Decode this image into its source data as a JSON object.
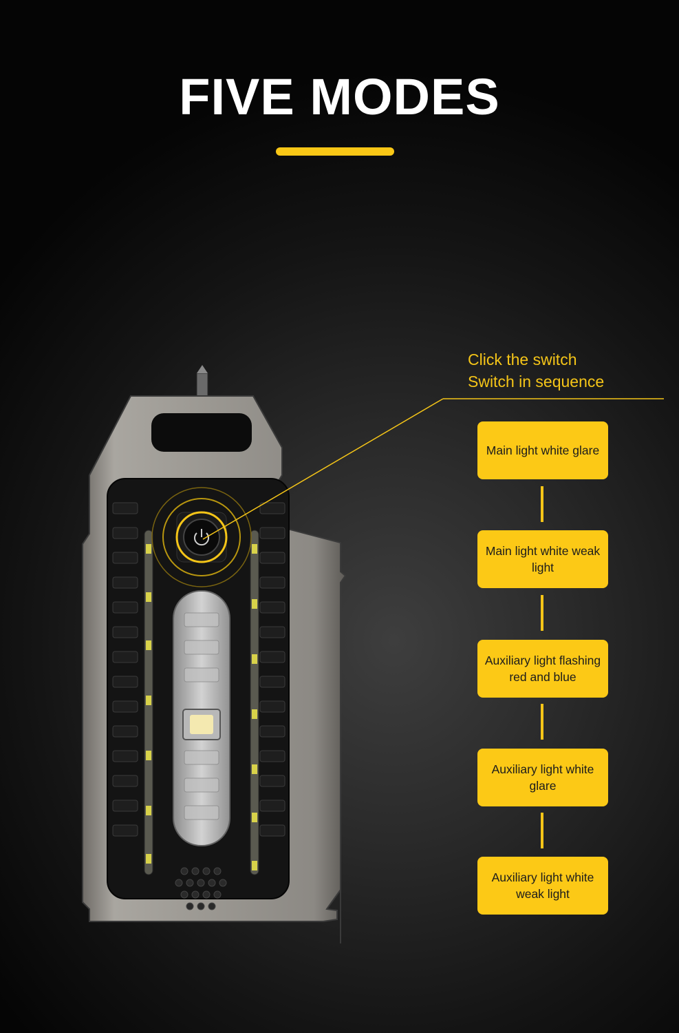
{
  "header": {
    "title": "FIVE MODES"
  },
  "callout": {
    "line1": "Click the switch",
    "line2": "Switch in sequence"
  },
  "modes": [
    {
      "label": "Main light white glare"
    },
    {
      "label": "Main light white weak light"
    },
    {
      "label": "Auxiliary light flashing red and blue"
    },
    {
      "label": "Auxiliary light white glare"
    },
    {
      "label": "Auxiliary light white weak light"
    }
  ],
  "colors": {
    "accent": "#fcc916",
    "background": "#0a0a0a",
    "device_metal": "#8f8c86",
    "device_body": "#141414"
  },
  "icons": [
    "power-icon",
    "led-icon",
    "speaker-grille-icon",
    "glass-breaker-icon"
  ]
}
